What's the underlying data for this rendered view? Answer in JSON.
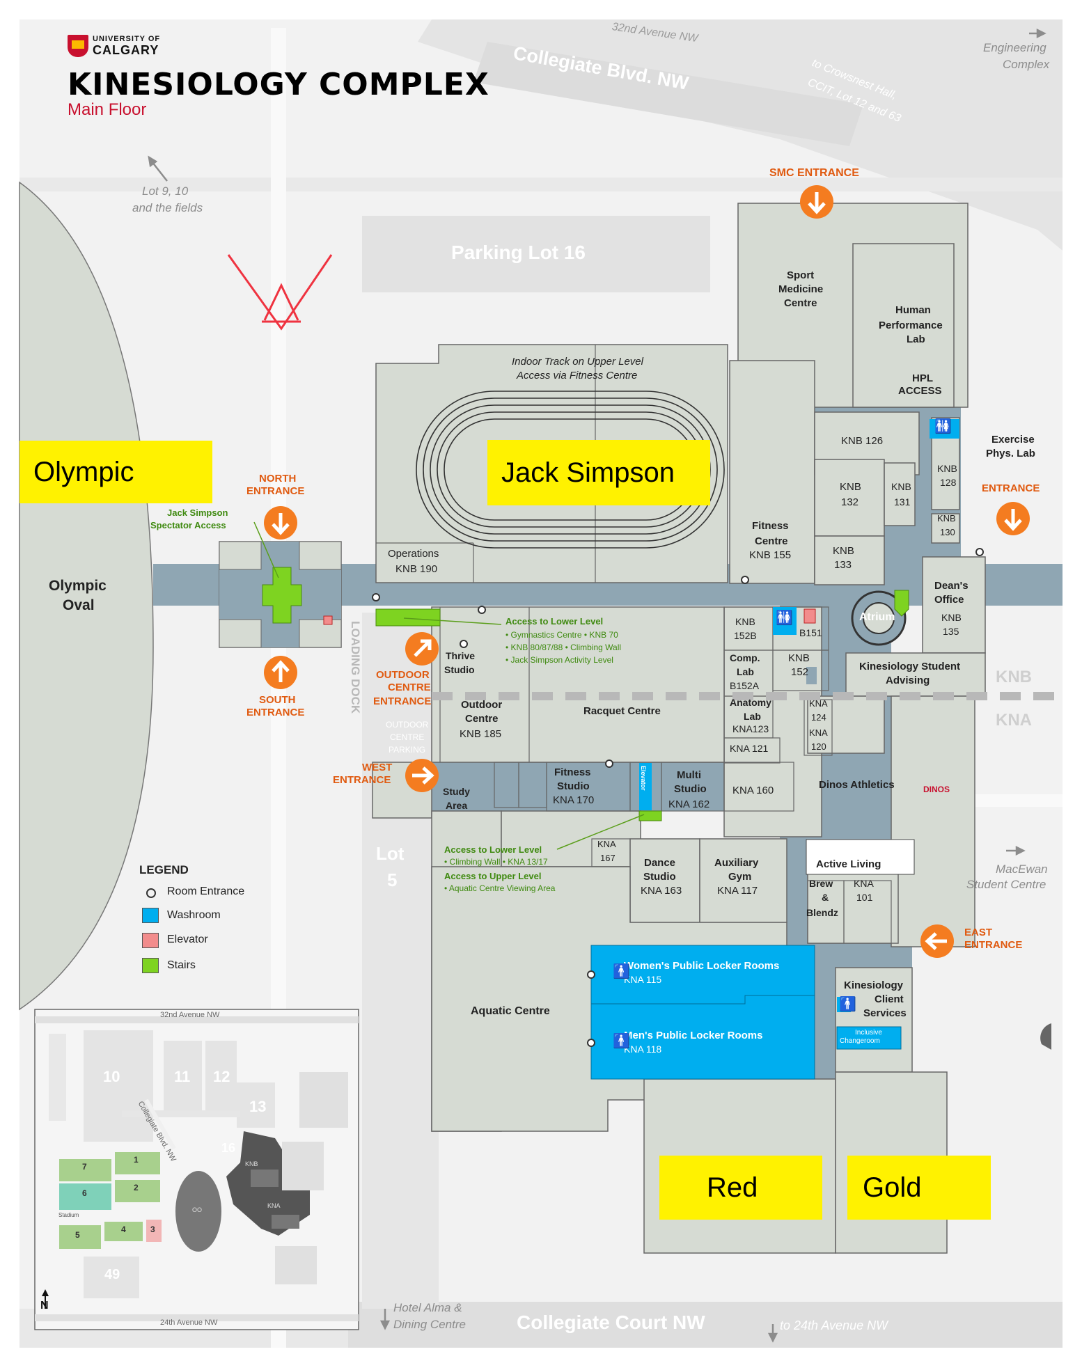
{
  "header": {
    "university_top": "UNIVERSITY OF",
    "university_bottom": "CALGARY",
    "title": "KINESIOLOGY COMPLEX",
    "subtitle": "Main Floor"
  },
  "highlights": [
    {
      "id": "olympic",
      "label": "Olympic"
    },
    {
      "id": "jack-simpson",
      "label": "Jack Simpson"
    },
    {
      "id": "red",
      "label": "Red"
    },
    {
      "id": "gold",
      "label": "Gold"
    }
  ],
  "streets": {
    "collegiate_blvd": "Collegiate Blvd. NW",
    "avenue_top": "32nd Avenue NW",
    "collegiate_court": "Collegiate Court NW",
    "to_24th": "to 24th Avenue NW",
    "parking_16": "Parking Lot 16",
    "lot5_a": "Lot",
    "lot5_b": "5",
    "loading_dock": "LOADING DOCK",
    "outdoor_parking_1": "OUTDOOR",
    "outdoor_parking_2": "CENTRE",
    "outdoor_parking_3": "PARKING"
  },
  "directions": {
    "lot9_1": "Lot 9, 10",
    "lot9_2": "and the fields",
    "eng_1": "Engineering",
    "eng_2": "Complex",
    "crow_1": "to Crowsnest Hall,",
    "crow_2": "CCIT, Lot 12 and 63",
    "macewan_1": "MacEwan",
    "macewan_2": "Student Centre",
    "hotel_1": "Hotel Alma &",
    "hotel_2": "Dining Centre"
  },
  "entrances": {
    "smc": "SMC ENTRANCE",
    "north_1": "NORTH",
    "north_2": "ENTRANCE",
    "south_1": "SOUTH",
    "south_2": "ENTRANCE",
    "outdoor_1": "OUTDOOR",
    "outdoor_2": "CENTRE",
    "outdoor_3": "ENTRANCE",
    "west_1": "WEST",
    "west_2": "ENTRANCE",
    "east_1": "EAST",
    "east_2": "ENTRANCE",
    "east_upper": "ENTRANCE"
  },
  "rooms": {
    "olympic_oval_1": "Olympic",
    "olympic_oval_2": "Oval",
    "sport_med_1": "Sport",
    "sport_med_2": "Medicine",
    "sport_med_3": "Centre",
    "hpl_1": "Human",
    "hpl_2": "Performance",
    "hpl_3": "Lab",
    "hpl_access_1": "HPL",
    "hpl_access_2": "ACCESS",
    "track_1": "Indoor Track on Upper Level",
    "track_2": "Access via Fitness Centre",
    "knb126": "KNB 126",
    "knb128_1": "KNB",
    "knb128_2": "128",
    "exercise_1": "Exercise",
    "exercise_2": "Phys. Lab",
    "knb132_1": "KNB",
    "knb132_2": "132",
    "knb131_1": "KNB",
    "knb131_2": "131",
    "knb130_1": "KNB",
    "knb130_2": "130",
    "fitness_centre_1": "Fitness",
    "fitness_centre_2": "Centre",
    "fitness_centre_3": "KNB 155",
    "knb133_1": "KNB",
    "knb133_2": "133",
    "operations_1": "Operations",
    "operations_2": "KNB 190",
    "deans_1": "Dean's",
    "deans_2": "Office",
    "deans_3": "KNB",
    "deans_4": "135",
    "atrium": "Atrium",
    "knb152b_1": "KNB",
    "knb152b_2": "152B",
    "b151": "B151",
    "knb152_1": "KNB",
    "knb152_2": "152",
    "comp_lab_1": "Comp.",
    "comp_lab_2": "Lab",
    "comp_lab_3": "B152A",
    "anatomy_1": "Anatomy",
    "anatomy_2": "Lab",
    "anatomy_3": "KNA123",
    "kna121": "KNA 121",
    "kna124_1": "KNA",
    "kna124_2": "124",
    "kna120_1": "KNA",
    "kna120_2": "120",
    "student_adv_1": "Kinesiology Student",
    "student_adv_2": "Advising",
    "thrive_1": "Thrive",
    "thrive_2": "Studio",
    "outdoor_centre_1": "Outdoor",
    "outdoor_centre_2": "Centre",
    "outdoor_centre_3": "KNB 185",
    "racquet": "Racquet Centre",
    "dinos": "Dinos Athletics",
    "dinos_logo": "DINOS",
    "fitness_studio_1": "Fitness",
    "fitness_studio_2": "Studio",
    "fitness_studio_3": "KNA 170",
    "multi_1": "Multi",
    "multi_2": "Studio",
    "multi_3": "KNA 162",
    "kna160": "KNA 160",
    "study_1": "Study",
    "study_2": "Area",
    "kna167_1": "KNA",
    "kna167_2": "167",
    "dance_1": "Dance",
    "dance_2": "Studio",
    "dance_3": "KNA 163",
    "aux_1": "Auxiliary",
    "aux_2": "Gym",
    "aux_3": "KNA 117",
    "active_living": "Active Living",
    "brew_1": "Brew",
    "brew_2": "&",
    "brew_3": "Blendz",
    "kna101_1": "KNA",
    "kna101_2": "101",
    "aquatic": "Aquatic Centre",
    "womens_1": "Women's Public Locker Rooms",
    "womens_2": "KNA 115",
    "mens_1": "Men's Public Locker Rooms",
    "mens_2": "KNA 118",
    "client_1": "Kinesiology",
    "client_2": "Client",
    "client_3": "Services",
    "inclusive_1": "Inclusive",
    "inclusive_2": "Changeroom",
    "knb_marker": "KNB",
    "kna_marker": "KNA"
  },
  "notes": {
    "spectator_1": "Jack Simpson",
    "spectator_2": "Spectator Access",
    "lower_title": "Access to Lower Level",
    "lower_1": "• Gymnastics Centre • KNB 70",
    "lower_2": "• KNB 80/87/88 • Climbing Wall",
    "lower_3": "• Jack Simpson Activity Level",
    "lower2_title": "Access to Lower Level",
    "lower2_1": "• Climbing Wall • KNA 13/17",
    "upper_title": "Access to Upper Level",
    "upper_1": "• Aquatic Centre Viewing Area",
    "elevator_vert": "Elevator"
  },
  "legend": {
    "title": "LEGEND",
    "items": [
      {
        "label": "Room Entrance",
        "color": "#ffffff"
      },
      {
        "label": "Washroom",
        "color": "#00aeef"
      },
      {
        "label": "Elevator",
        "color": "#f28c8c"
      },
      {
        "label": "Stairs",
        "color": "#7ed321"
      }
    ]
  },
  "inset": {
    "avenue_top": "32nd Avenue NW",
    "avenue_bottom": "24th Avenue NW",
    "collegiate": "Collegiate Blvd. NW",
    "north": "N",
    "lots": [
      "10",
      "11",
      "12",
      "13",
      "16",
      "49",
      "7",
      "1",
      "6",
      "2",
      "5",
      "4",
      "3"
    ],
    "knb": "KNB",
    "kna": "KNA",
    "oo": "OO",
    "stadium": "Stadium"
  },
  "colors": {
    "building": "#d6dbd3",
    "corridor": "#8fa6b3",
    "road": "#ededed",
    "washroom": "#00aeef",
    "stairs": "#7ed321",
    "entrance": "#f47c20",
    "highlight": "#fff200",
    "brand_red": "#c8102e"
  }
}
